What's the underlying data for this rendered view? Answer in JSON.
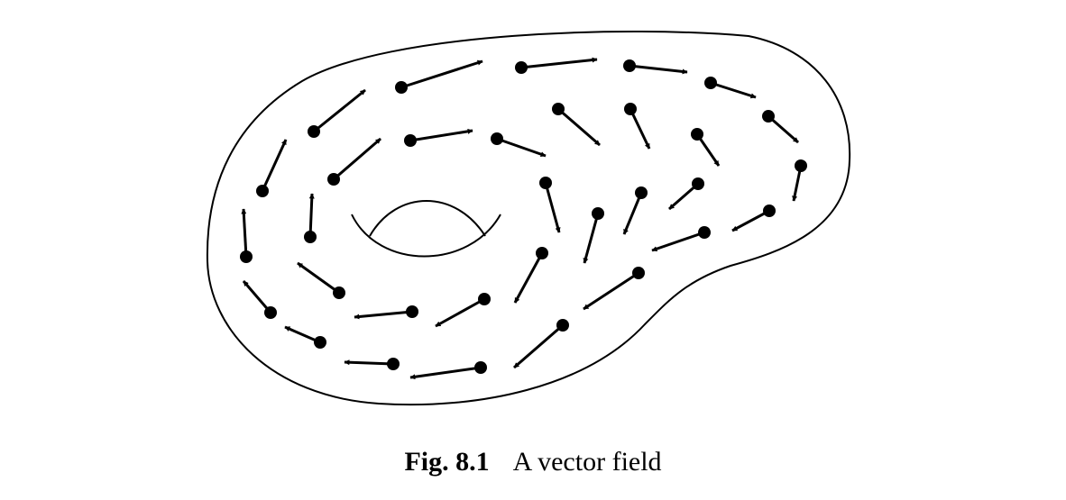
{
  "caption": {
    "label": "Fig. 8.1",
    "text": "A vector field"
  },
  "colors": {
    "ink": "#000000",
    "background": "#ffffff"
  },
  "diagram": {
    "elements": [
      "surface-outline",
      "torus-hole",
      "vector-arrows"
    ]
  }
}
